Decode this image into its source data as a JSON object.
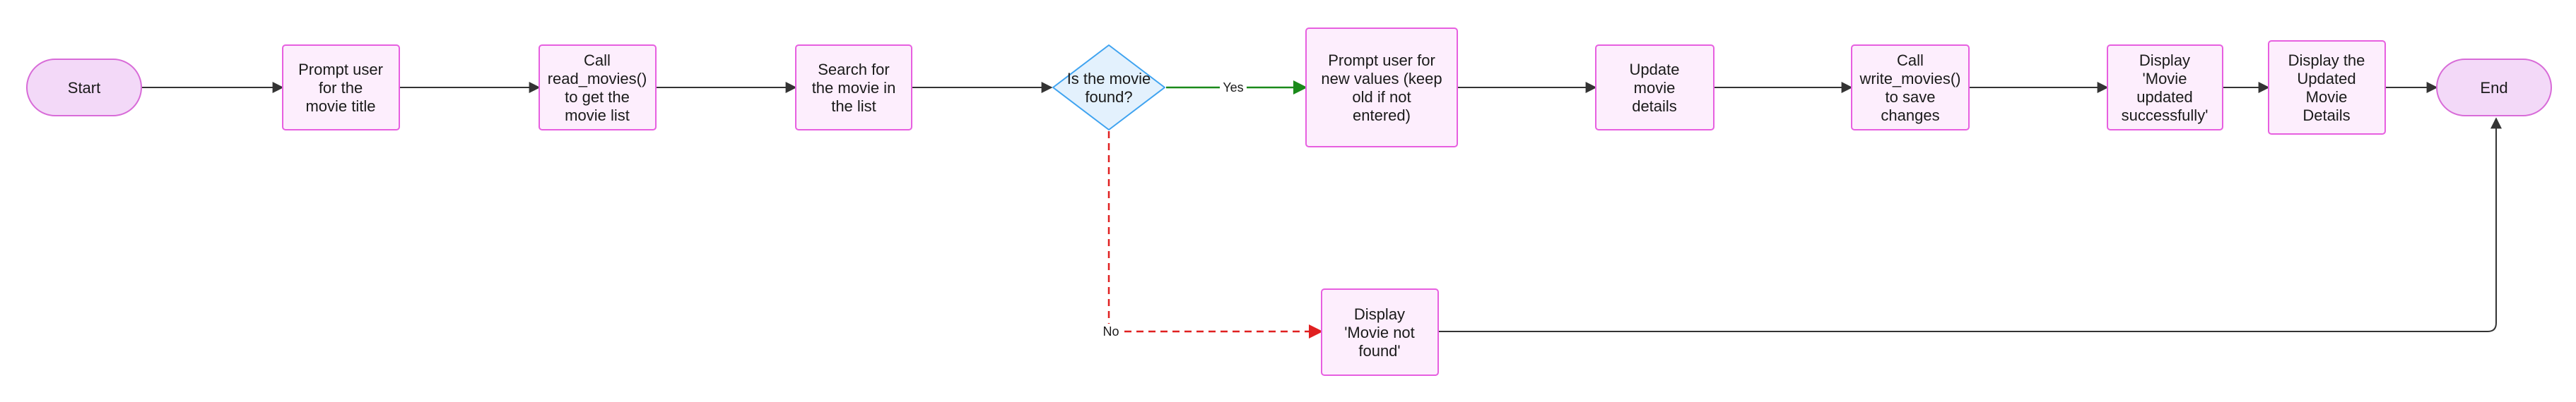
{
  "colors": {
    "terminal_fill": "#f3d9f8",
    "terminal_stroke": "#d86bd8",
    "process_fill": "#fdeefd",
    "process_stroke": "#e75fe0",
    "decision_fill": "#e3f1fd",
    "decision_stroke": "#3fa3f0",
    "edge": "#333333",
    "edge_yes": "#1a8a1a",
    "edge_no": "#e02020"
  },
  "nodes": {
    "start": {
      "label": "Start",
      "shape": "terminal"
    },
    "prompt_title": {
      "label": "Prompt user for the movie title",
      "shape": "process"
    },
    "call_read": {
      "label": "Call read_movies() to get the movie list",
      "shape": "process"
    },
    "search": {
      "label": "Search for the movie in the list",
      "shape": "process"
    },
    "decision_found": {
      "label": "Is the movie found?",
      "shape": "decision"
    },
    "prompt_values": {
      "label": "Prompt user for new values (keep old if not entered)",
      "shape": "process"
    },
    "update_details": {
      "label": "Update movie details",
      "shape": "process"
    },
    "call_write": {
      "label": "Call write_movies() to save changes",
      "shape": "process"
    },
    "display_success": {
      "label": "Display 'Movie updated successfully'",
      "shape": "process"
    },
    "display_updated": {
      "label": "Display the Updated Movie Details",
      "shape": "process"
    },
    "display_not_found": {
      "label": "Display 'Movie not found'",
      "shape": "process"
    },
    "end": {
      "label": "End",
      "shape": "terminal"
    }
  },
  "edges": {
    "yes": {
      "label": "Yes"
    },
    "no": {
      "label": "No"
    }
  }
}
